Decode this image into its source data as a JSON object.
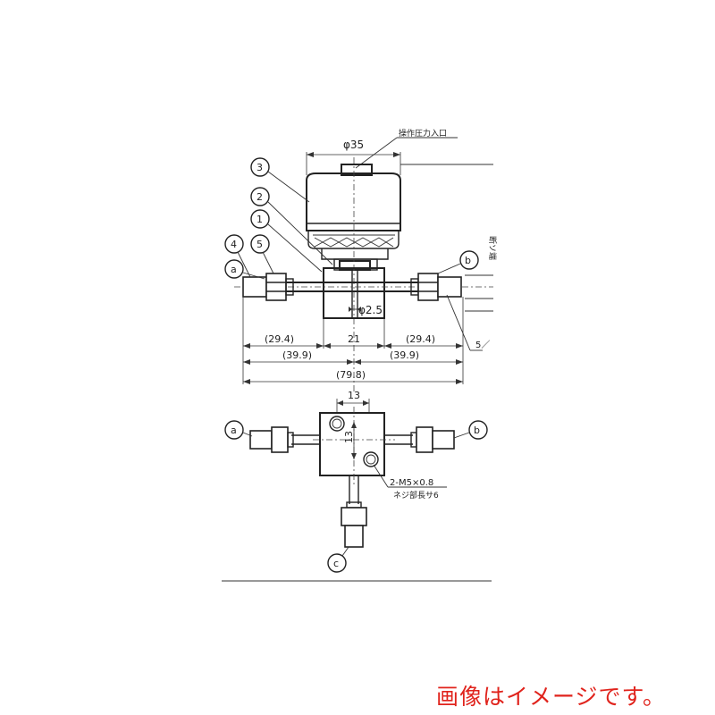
{
  "caption": "画像はイメージです。",
  "front_view": {
    "diameter_label": "φ35",
    "port_label": "操作圧力入口",
    "part_numbers": [
      "3",
      "2",
      "1",
      "4",
      "5"
    ],
    "port_a": "a",
    "port_b": "b",
    "bore_label": "φ2.5",
    "side_text_1": "5／",
    "side_text_2": "断ソ端",
    "dim_row1": [
      "(29.4)",
      "21",
      "(29.4)"
    ],
    "dim_row2": [
      "(39.9)",
      "(39.9)"
    ],
    "dim_row3": "(79.8)"
  },
  "bottom_view": {
    "width_label": "13",
    "height_label": "13",
    "port_a": "a",
    "port_b": "b",
    "port_c": "c",
    "thread_label": "2-M5×0.8",
    "thread_depth_label": "ネジ部長サ6"
  }
}
